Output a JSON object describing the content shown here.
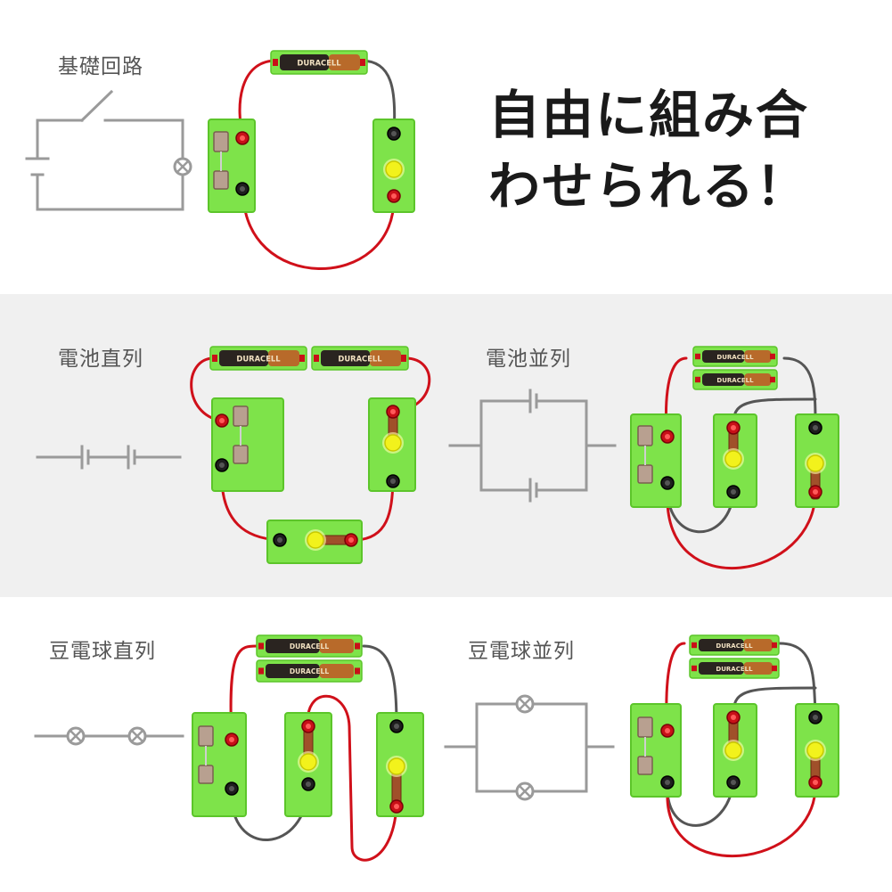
{
  "headline": {
    "line1": "自由に組み合",
    "line2": "わせられる！"
  },
  "sections": {
    "basic": {
      "label": "基礎回路"
    },
    "battery_series": {
      "label": "電池直列"
    },
    "battery_parallel": {
      "label": "電池並列"
    },
    "bulb_series": {
      "label": "豆電球直列"
    },
    "bulb_parallel": {
      "label": "豆電球並列"
    }
  },
  "battery_brand": "DURACELL",
  "colors": {
    "board": "#7ee34a",
    "board_edge": "#5cc52a",
    "wire_red": "#d0101a",
    "wire_gray": "#555555",
    "schematic": "#9a9a9a",
    "bulb": "#f2f21c",
    "band_gray": "#f0f0f0"
  },
  "icons": [
    "switch-symbol",
    "battery-symbol",
    "lamp-symbol",
    "bulb-icon",
    "terminal-icon",
    "battery-icon"
  ]
}
